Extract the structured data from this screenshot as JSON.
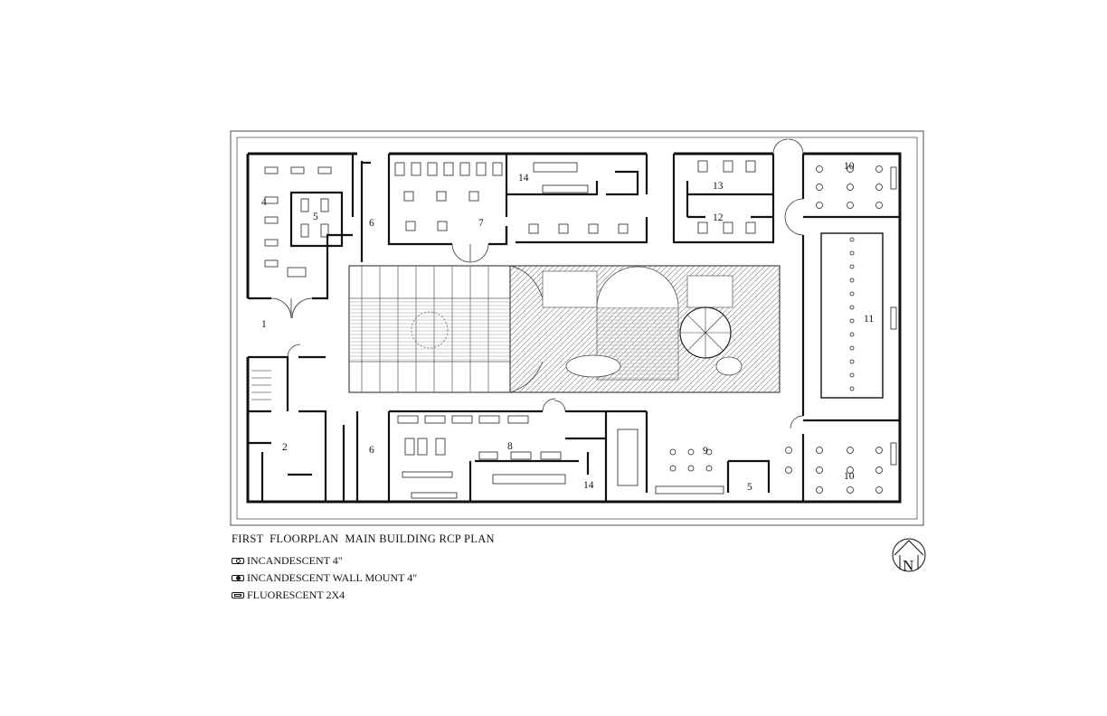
{
  "plan": {
    "title": "FIRST  FLOORPLAN  MAIN BUILDING RCP PLAN",
    "north_arrow_label": "N"
  },
  "legend": [
    {
      "symbol": "incandescent-icon",
      "label": "INCANDESCENT 4\""
    },
    {
      "symbol": "wall-mount-icon",
      "label": "INCANDESCENT WALL MOUNT 4\""
    },
    {
      "symbol": "fluorescent-icon",
      "label": "FLUORESCENT 2X4"
    }
  ],
  "rooms": {
    "r1": "1",
    "r2": "2",
    "r4": "4",
    "r5a": "5",
    "r5b": "5",
    "r6a": "6",
    "r6b": "6",
    "r7": "7",
    "r8": "8",
    "r9": "9",
    "r10a": "10",
    "r10b": "10",
    "r11": "11",
    "r12": "12",
    "r13": "13",
    "r14a": "14",
    "r14b": "14"
  }
}
